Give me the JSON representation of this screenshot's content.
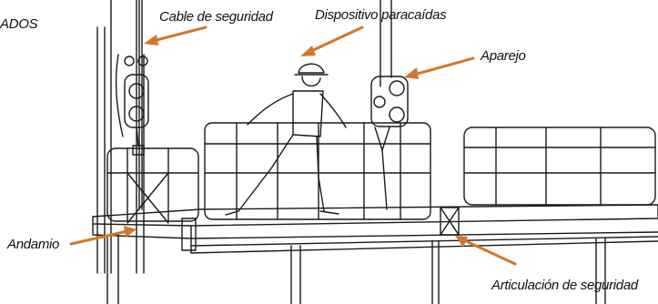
{
  "diagram": {
    "labels": {
      "partial_title": "ADOS",
      "safety_cable": "Cable de seguridad",
      "fall_arrest_device": "Dispositivo paracaídas",
      "hoist": "Aparejo",
      "scaffold": "Andamio",
      "safety_joint": "Articulación de seguridad"
    },
    "colors": {
      "arrow": "#d2772a",
      "line": "#1a1a1a",
      "background": "#ffffff"
    }
  }
}
